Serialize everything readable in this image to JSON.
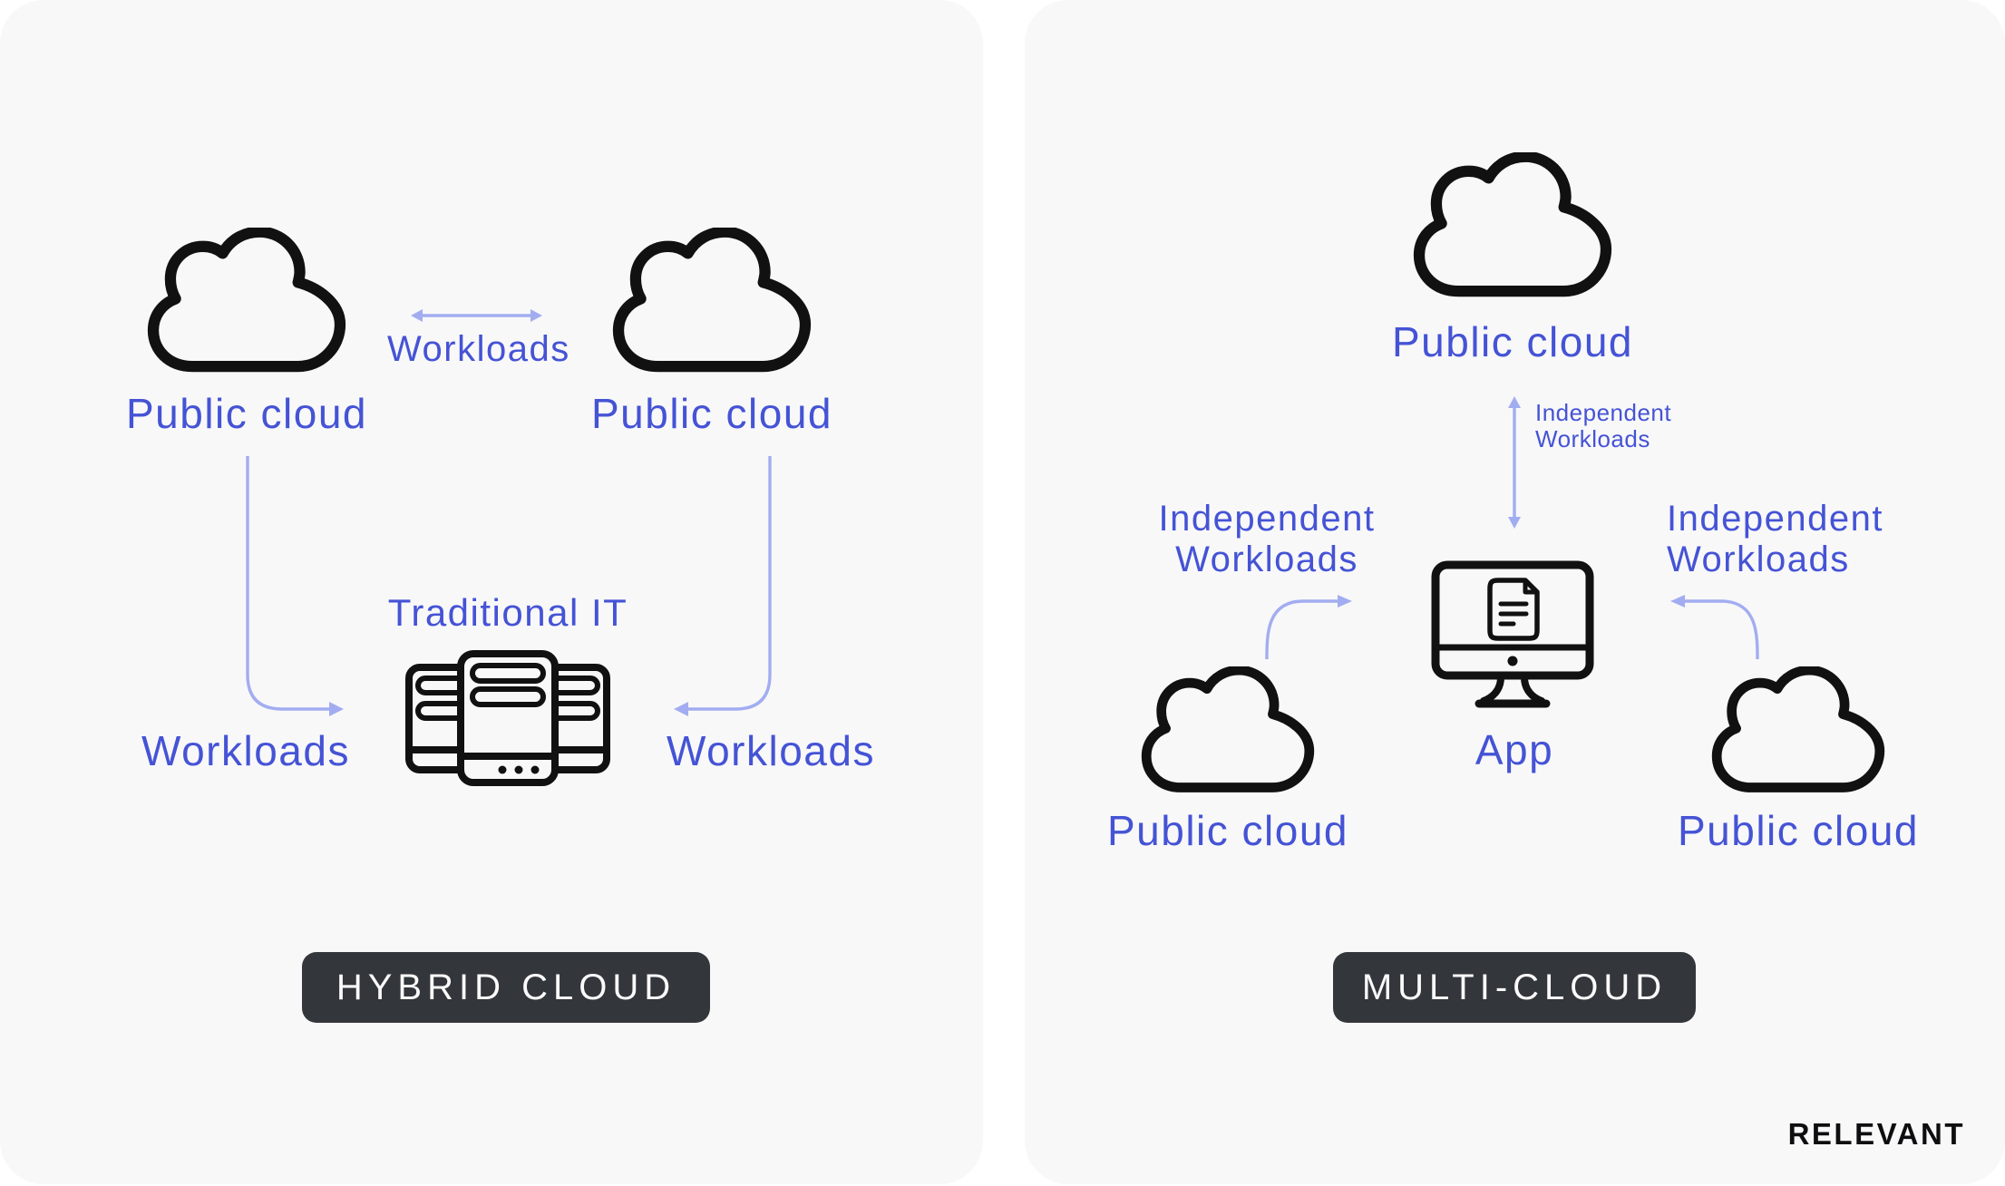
{
  "colors": {
    "background": "#ffffff",
    "panel_bg": "#f8f8f9",
    "accent_text": "#4553d5",
    "arrow": "#a2adf1",
    "badge_bg": "#33363b",
    "badge_text": "#fafafa",
    "icon_stroke": "#111111"
  },
  "left_panel": {
    "cloud_left_label": "Public cloud",
    "cloud_right_label": "Public cloud",
    "workloads_between": "Workloads",
    "workloads_left": "Workloads",
    "workloads_right": "Workloads",
    "server_title": "Traditional IT",
    "badge": "HYBRID CLOUD"
  },
  "right_panel": {
    "cloud_top_label": "Public cloud",
    "independent_small": {
      "line1": "Independent",
      "line2": "Workloads"
    },
    "independent_left": {
      "line1": "Independent",
      "line2": "Workloads"
    },
    "independent_right": {
      "line1": "Independent",
      "line2": "Workloads"
    },
    "app_label": "App",
    "cloud_bottom_left_label": "Public cloud",
    "cloud_bottom_right_label": "Public cloud",
    "badge": "MULTI-CLOUD"
  },
  "branding": {
    "logo": "RELEVANT"
  }
}
